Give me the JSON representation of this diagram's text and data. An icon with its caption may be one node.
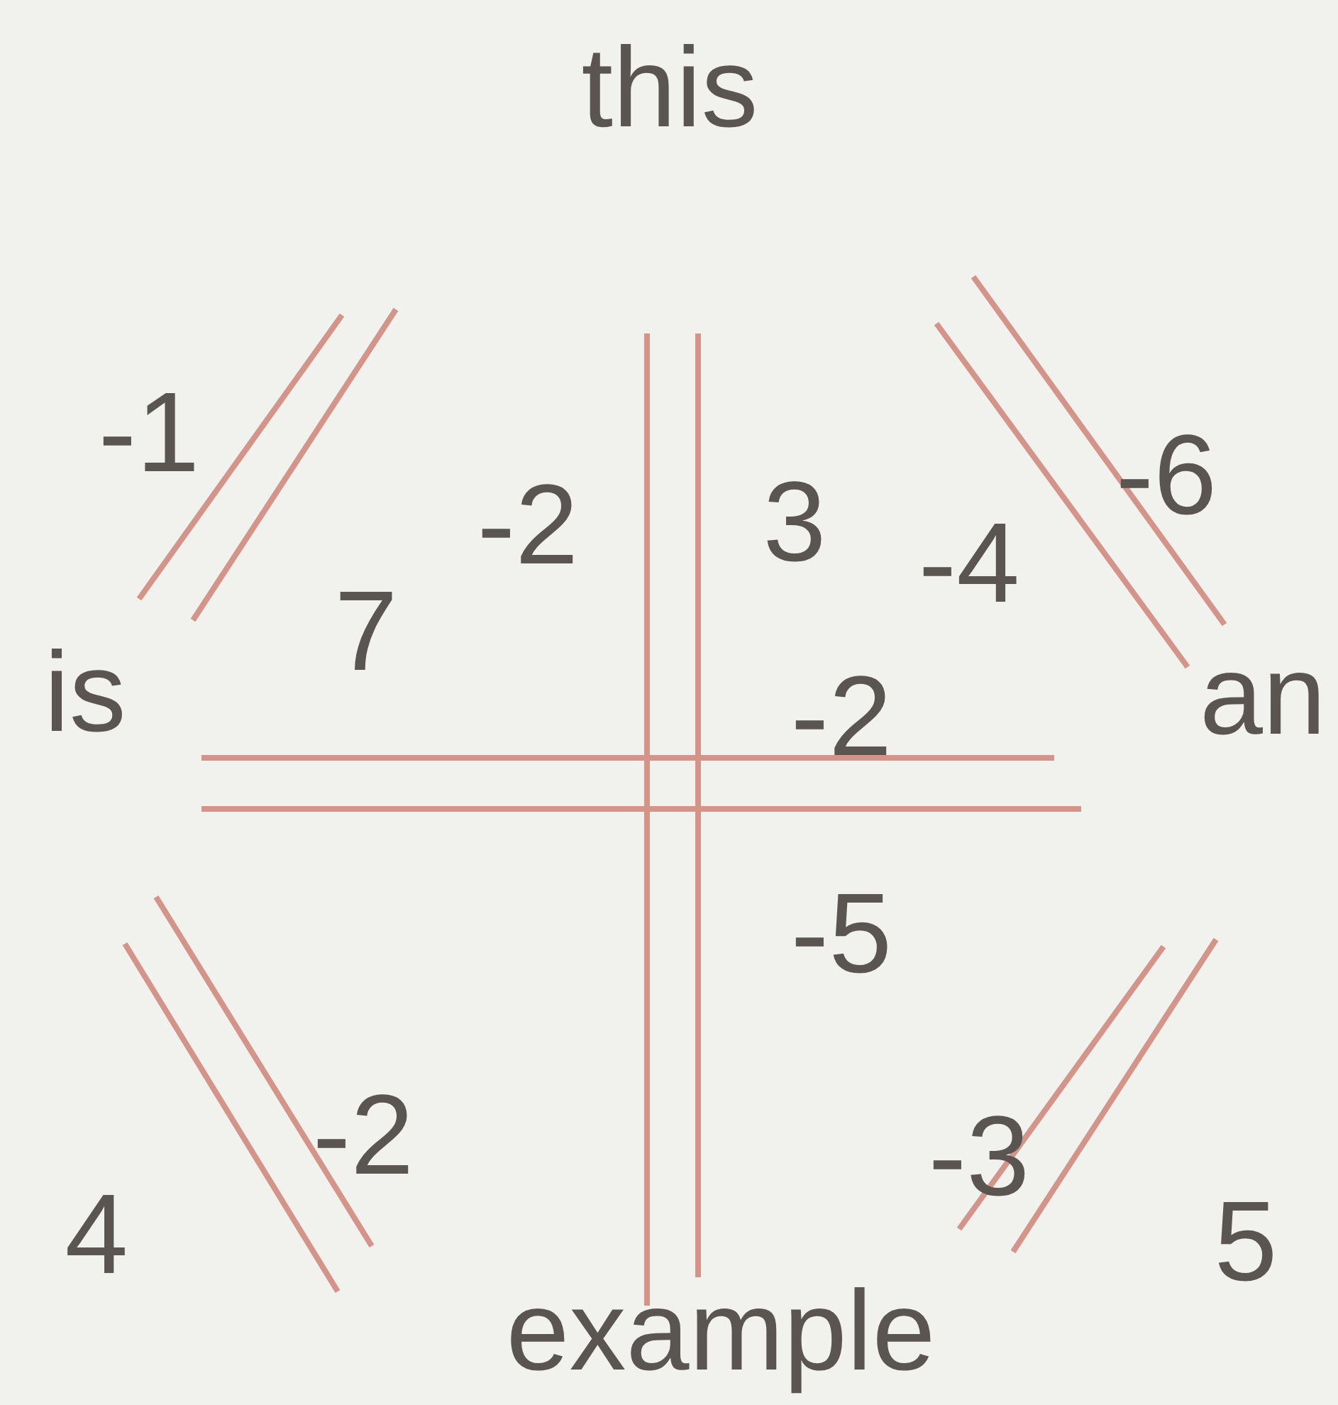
{
  "diagram": {
    "labels": [
      "this",
      "-1",
      "-6",
      "-2",
      "3",
      "-4",
      "7",
      "is",
      "-2",
      "an",
      "-5",
      "-2",
      "-3",
      "4",
      "5",
      "example"
    ]
  }
}
